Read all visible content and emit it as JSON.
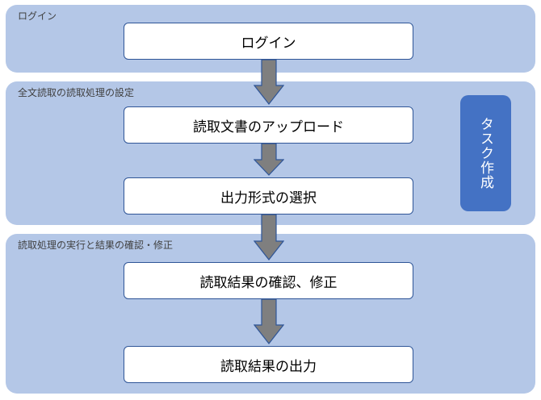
{
  "sections": {
    "login": {
      "label": "ログイン"
    },
    "setup": {
      "label": "全文読取の読取処理の設定"
    },
    "exec": {
      "label": "読取処理の実行と結果の確認・修正"
    }
  },
  "steps": {
    "login": "ログイン",
    "upload": "読取文書のアップロード",
    "format": "出力形式の選択",
    "confirm": "読取結果の確認、修正",
    "output": "読取結果の出力"
  },
  "task": {
    "label": "タスク作成"
  },
  "colors": {
    "section_bg": "#b4c7e7",
    "step_border": "#2f5597",
    "task_bg": "#4472c4",
    "arrow_fill": "#7f7f7f",
    "arrow_stroke": "#2f5597"
  }
}
